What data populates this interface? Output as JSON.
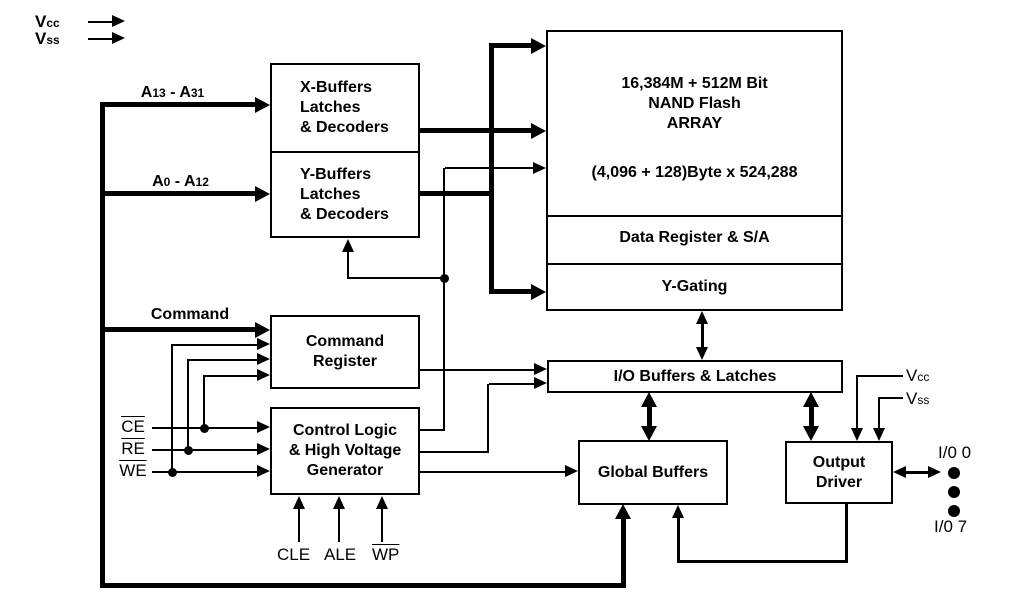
{
  "power_left": {
    "vcc_base": "V",
    "vcc_sub": "cc",
    "vss_base": "V",
    "vss_sub": "ss"
  },
  "power_right": {
    "vcc_base": "V",
    "vcc_sub": "cc",
    "vss_base": "V",
    "vss_sub": "ss"
  },
  "signals": {
    "a_high": {
      "p1": "A",
      "s1": "13",
      "p2": " - A",
      "s2": "31"
    },
    "a_low": {
      "p1": "A",
      "s1": "0",
      "p2": " - A",
      "s2": "12"
    },
    "command": "Command",
    "ce": "CE",
    "re": "RE",
    "we": "WE",
    "cle": "CLE",
    "ale": "ALE",
    "wp": "WP"
  },
  "boxes": {
    "x_buffers": "X-Buffers\nLatches\n& Decoders",
    "y_buffers": "Y-Buffers\nLatches\n& Decoders",
    "array_title": "16,384M + 512M Bit\nNAND Flash\nARRAY",
    "array_capacity": "(4,096 + 128)Byte x 524,288",
    "data_register": "Data Register & S/A",
    "y_gating": "Y-Gating",
    "command_register": "Command\nRegister",
    "control_logic": "Control Logic\n& High Voltage\nGenerator",
    "io_buffers": "I/O Buffers & Latches",
    "global_buffers": "Global Buffers",
    "output_driver": "Output\nDriver"
  },
  "io_pins": {
    "first": "I/0 0",
    "last": "I/0 7"
  }
}
